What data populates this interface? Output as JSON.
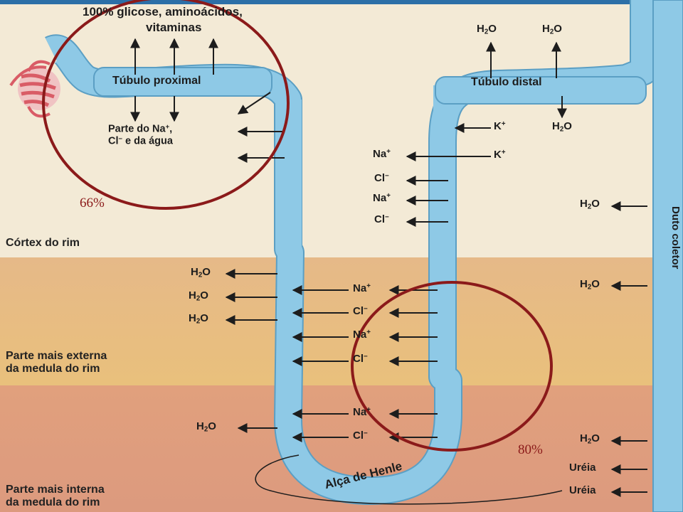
{
  "diagram": {
    "top_label": [
      "100% glicose, aminoácidos,",
      "vitaminas"
    ],
    "proximal_tubule": "Túbulo proximal",
    "proximal_reabsorb": [
      "Parte do Na",
      "+",
      ",",
      "Cl",
      "−",
      " e da água"
    ],
    "distal_tubule": "Túbulo distal",
    "loop_label": "Alça de Henle",
    "collecting_duct": "Duto coletor",
    "zones": {
      "cortex": "Córtex do rim",
      "outer_medulla": [
        "Parte mais externa",
        "da medula do rim"
      ],
      "inner_medulla": [
        "Parte mais interna",
        "da medula do rim"
      ]
    },
    "percentages": {
      "left": "66%",
      "right": "80%"
    },
    "ions": {
      "water": "H2O",
      "sodium": "Na+",
      "chloride": "Cl−",
      "potassium": "K+",
      "urea": "Uréia"
    },
    "colors": {
      "tubule": "#8ec9e6",
      "tubule_edge": "#5b9fc4",
      "highlight": "#8b1a1a",
      "cortex_bg": "#f3ead6",
      "outer_medulla_bg": "#e8b87f",
      "inner_medulla_bg": "#e09a7a",
      "glomerulus": "#e0707a"
    }
  }
}
